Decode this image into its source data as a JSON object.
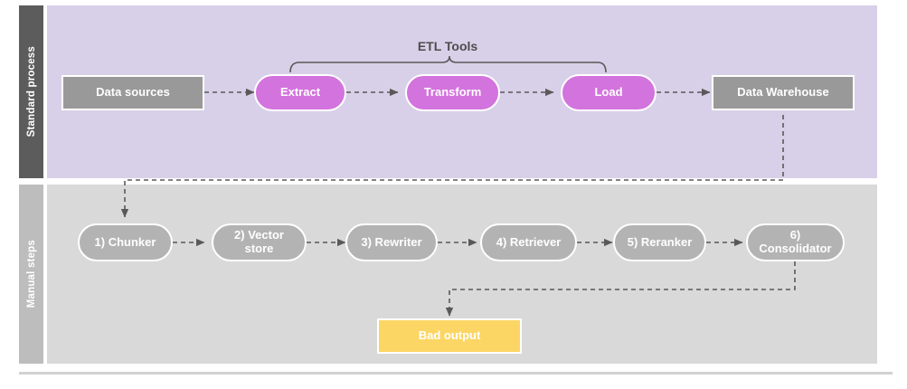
{
  "diagram": {
    "title_label": "ETL Tools",
    "lanes": [
      {
        "id": "standard",
        "label": "Standard process",
        "band_color": "#5c5c5c",
        "body_color": "#d8d0e8"
      },
      {
        "id": "manual",
        "label": "Manual steps",
        "band_color": "#bdbdbd",
        "body_color": "#d9d9d9"
      }
    ],
    "nodes": {
      "data_sources": {
        "label": "Data sources",
        "shape": "rect",
        "color": "#999999"
      },
      "extract": {
        "label": "Extract",
        "shape": "pill",
        "color": "#d373dd"
      },
      "transform": {
        "label": "Transform",
        "shape": "pill",
        "color": "#d373dd"
      },
      "load": {
        "label": "Load",
        "shape": "pill",
        "color": "#d373dd"
      },
      "data_warehouse": {
        "label": "Data Warehouse",
        "shape": "rect",
        "color": "#999999"
      },
      "chunker": {
        "label": "1) Chunker",
        "shape": "pill",
        "color": "#b3b3b3"
      },
      "vector_store": {
        "label": "2) Vector store",
        "shape": "pill",
        "color": "#b3b3b3"
      },
      "rewriter": {
        "label": "3) Rewriter",
        "shape": "pill",
        "color": "#b3b3b3"
      },
      "retriever": {
        "label": "4) Retriever",
        "shape": "pill",
        "color": "#b3b3b3"
      },
      "reranker": {
        "label": "5) Reranker",
        "shape": "pill",
        "color": "#b3b3b3"
      },
      "consolidator": {
        "label": "6) Consolidator",
        "shape": "pill",
        "color": "#b3b3b3"
      },
      "bad_output": {
        "label": "Bad output",
        "shape": "rect",
        "color": "#fcd664"
      }
    },
    "edges": [
      {
        "from": "data_sources",
        "to": "extract",
        "style": "dashed"
      },
      {
        "from": "extract",
        "to": "transform",
        "style": "dashed"
      },
      {
        "from": "transform",
        "to": "load",
        "style": "dashed"
      },
      {
        "from": "load",
        "to": "data_warehouse",
        "style": "dashed"
      },
      {
        "from": "data_warehouse",
        "to": "chunker",
        "style": "dashed"
      },
      {
        "from": "chunker",
        "to": "vector_store",
        "style": "dashed"
      },
      {
        "from": "vector_store",
        "to": "rewriter",
        "style": "dashed"
      },
      {
        "from": "rewriter",
        "to": "retriever",
        "style": "dashed"
      },
      {
        "from": "retriever",
        "to": "reranker",
        "style": "dashed"
      },
      {
        "from": "reranker",
        "to": "consolidator",
        "style": "dashed"
      },
      {
        "from": "consolidator",
        "to": "bad_output",
        "style": "dashed"
      }
    ],
    "bracket": {
      "label": "ETL Tools",
      "spans": [
        "extract",
        "load"
      ],
      "color": "#595959"
    },
    "edge_color": "#595959"
  }
}
